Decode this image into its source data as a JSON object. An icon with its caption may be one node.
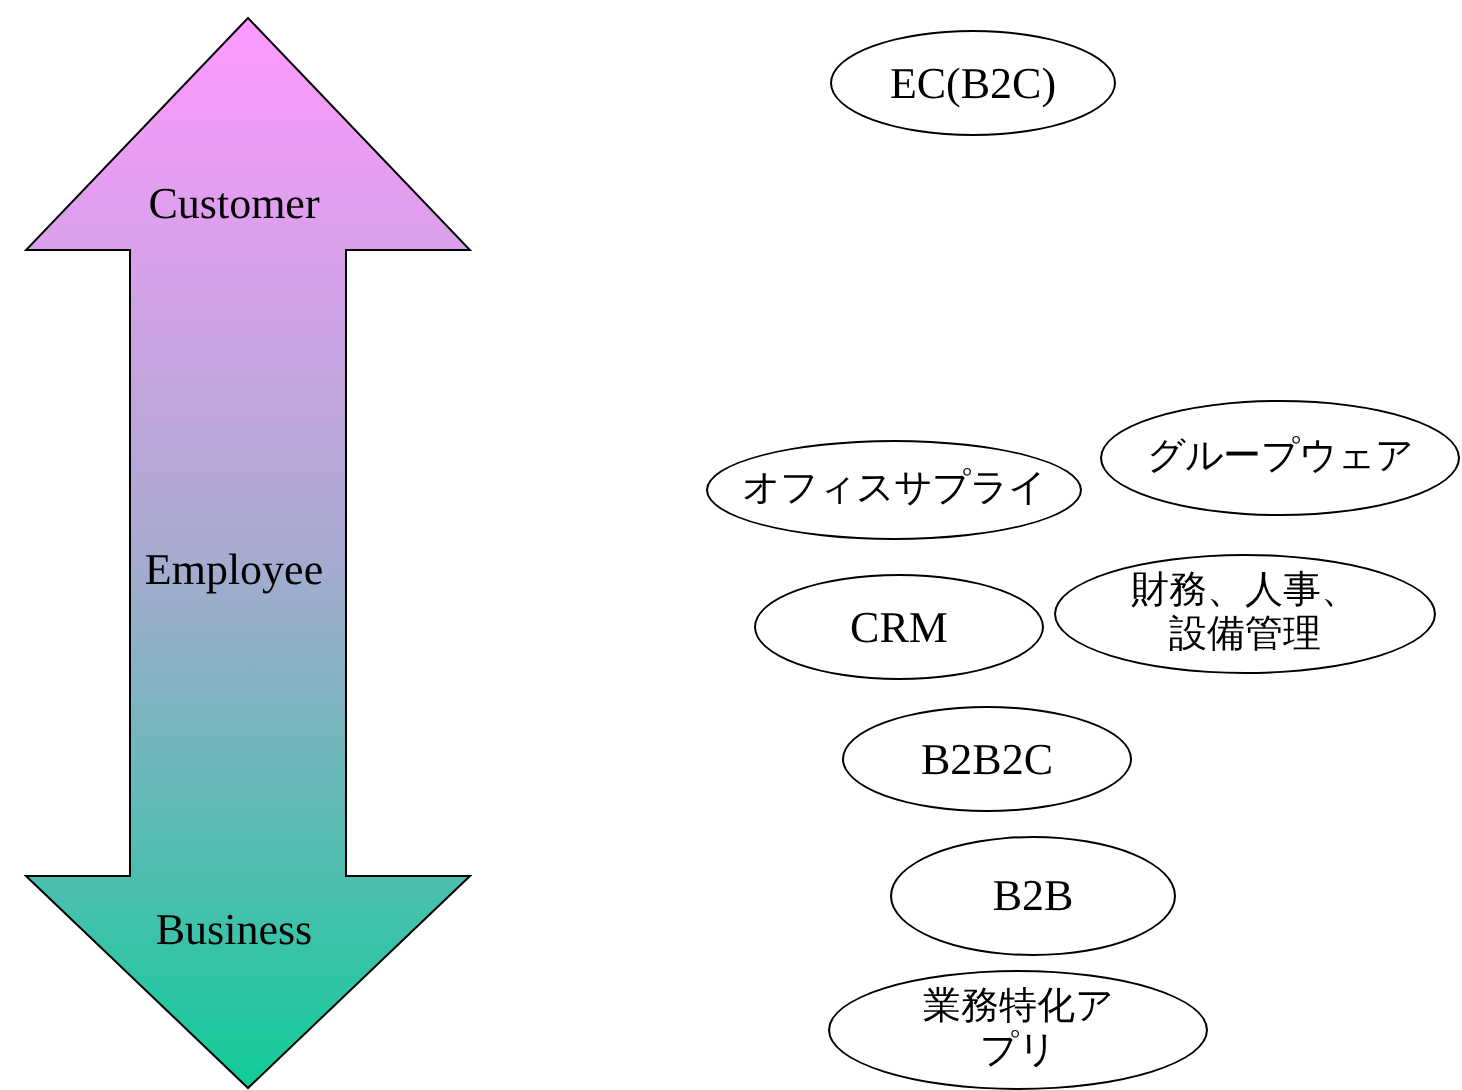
{
  "diagram": {
    "nodes": [
      {
        "text": [
          "Customer",
          "Employee",
          "Business"
        ]
      },
      {
        "text": [
          "EC(B2C)"
        ]
      },
      {
        "text": [
          "オフィスサプライ"
        ]
      },
      {
        "text": [
          "グループウェア"
        ]
      },
      {
        "text": [
          "CRM"
        ]
      },
      {
        "text": [
          "財務、人事、設備管理"
        ]
      },
      {
        "text": [
          "B2B2C"
        ]
      },
      {
        "text": [
          "B2B"
        ]
      },
      {
        "text": [
          "業務特化アプリ"
        ]
      }
    ]
  }
}
